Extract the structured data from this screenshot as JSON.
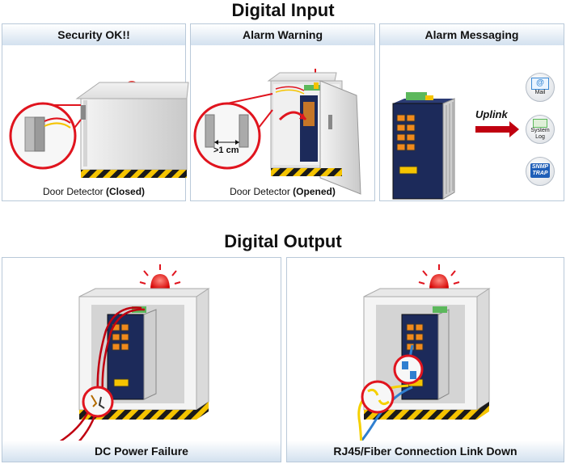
{
  "digital_input": {
    "title": "Digital Input",
    "panels": [
      {
        "header": "Security OK!!",
        "caption_prefix": "Door Detector ",
        "caption_state": "(Closed)"
      },
      {
        "header": "Alarm Warning",
        "caption_prefix": "Door Detector ",
        "caption_state": "(Opened)",
        "gap_label": ">1 cm"
      },
      {
        "header": "Alarm Messaging",
        "uplink_label": "Uplink",
        "icons": [
          {
            "name": "mail",
            "label": "Mail"
          },
          {
            "name": "system-log",
            "label_line1": "System",
            "label_line2": "Log"
          },
          {
            "name": "snmp-trap",
            "label_line1": "SNMP",
            "label_line2": "TRAP"
          }
        ]
      }
    ]
  },
  "digital_output": {
    "title": "Digital Output",
    "panels": [
      {
        "header": "DC Power Failure"
      },
      {
        "header": "RJ45/Fiber Connection Link Down"
      }
    ]
  },
  "colors": {
    "header_gradient_top": "#ffffff",
    "header_gradient_bottom": "#d3e1ef",
    "alarm_red": "#e0141e",
    "switch_navy": "#1c2a5a",
    "port_orange": "#f08a1c",
    "hazard_yellow": "#f5c400"
  }
}
